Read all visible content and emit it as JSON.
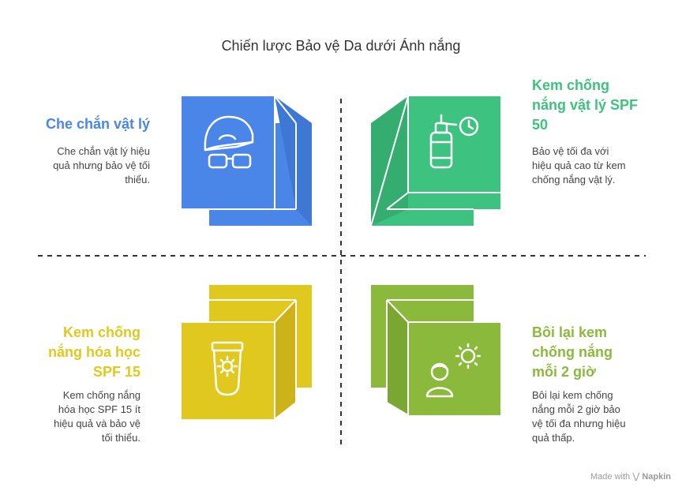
{
  "title": "Chiến lược Bảo vệ Da dưới Ánh nắng",
  "quadrants": [
    {
      "title": "Che chắn vật lý",
      "description_lines": [
        "Che chắn vật lý hiệu",
        "quả nhưng bảo vệ tối",
        "thiểu."
      ],
      "color": "#4a86e8",
      "icon": "cap-and-sunglasses-icon"
    },
    {
      "title_lines": [
        "Kem chống",
        "nắng vật lý SPF",
        "50"
      ],
      "description_lines": [
        "Bảo vệ tối đa với",
        "hiệu quả cao từ kem",
        "chống nắng vật lý."
      ],
      "color": "#3ec27f",
      "icon": "spray-bottle-clock-icon"
    },
    {
      "title_lines": [
        "Kem chống",
        "nắng hóa học",
        "SPF 15"
      ],
      "description_lines": [
        "Kem chống nắng",
        "hóa học SPF 15 ít",
        "hiệu quả và bảo vệ",
        "tối thiểu."
      ],
      "color": "#e1c81e",
      "icon": "sunscreen-tube-icon"
    },
    {
      "title_lines": [
        "Bôi lại kem",
        "chống nắng",
        "mỗi 2 giờ"
      ],
      "description_lines": [
        "Bôi lại kem chống",
        "nắng mỗi 2 giờ bảo",
        "vệ tối đa nhưng hiệu",
        "quả thấp."
      ],
      "color": "#8ab93b",
      "icon": "person-sun-icon"
    }
  ],
  "footer": {
    "made_with": "Made with",
    "brand": "Napkin"
  }
}
